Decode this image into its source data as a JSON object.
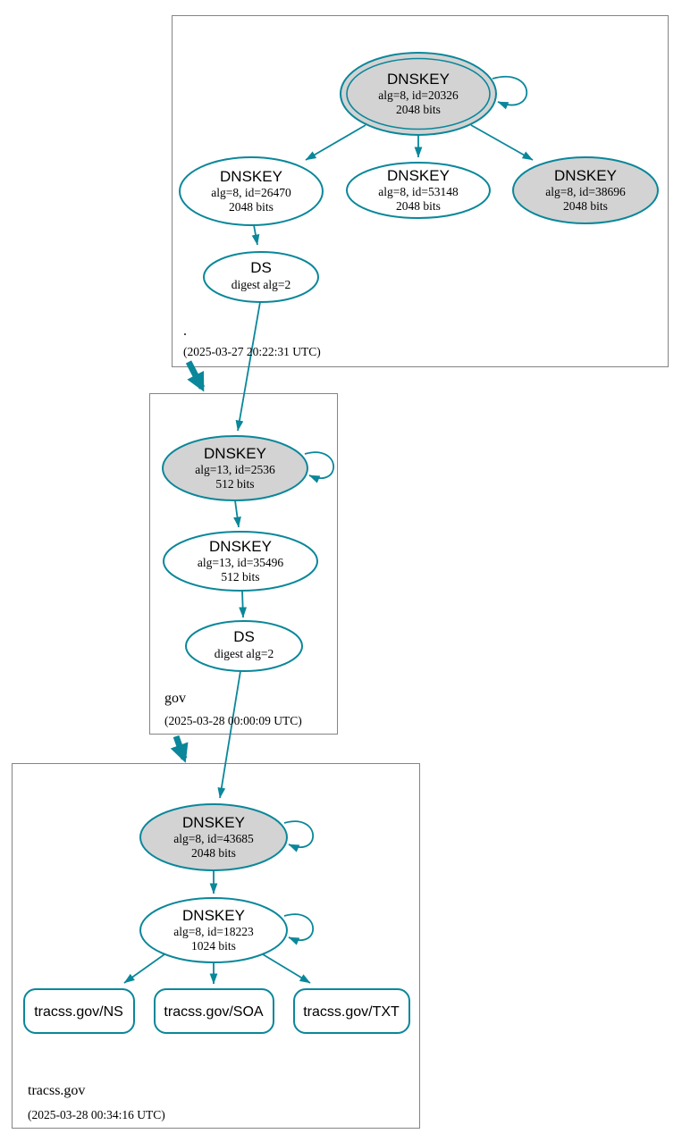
{
  "colors": {
    "edge": "#0a879a",
    "ksk_fill": "#d3d3d3",
    "node_fill": "#ffffff",
    "zone_border": "#848484",
    "text": "#000000"
  },
  "zones": [
    {
      "label": ".",
      "timestamp": "(2025-03-27 20:22:31 UTC)",
      "ksk": {
        "title": "DNSKEY",
        "detail": "alg=8, id=20326",
        "size": "2048 bits"
      },
      "keys": [
        {
          "title": "DNSKEY",
          "detail": "alg=8, id=26470",
          "size": "2048 bits"
        },
        {
          "title": "DNSKEY",
          "detail": "alg=8, id=53148",
          "size": "2048 bits"
        },
        {
          "title": "DNSKEY",
          "detail": "alg=8, id=38696",
          "size": "2048 bits"
        }
      ],
      "ds": {
        "title": "DS",
        "detail": "digest alg=2"
      }
    },
    {
      "label": "gov",
      "timestamp": "(2025-03-28 00:00:09 UTC)",
      "ksk": {
        "title": "DNSKEY",
        "detail": "alg=13, id=2536",
        "size": "512 bits"
      },
      "keys": [
        {
          "title": "DNSKEY",
          "detail": "alg=13, id=35496",
          "size": "512 bits"
        }
      ],
      "ds": {
        "title": "DS",
        "detail": "digest alg=2"
      }
    },
    {
      "label": "tracss.gov",
      "timestamp": "(2025-03-28 00:34:16 UTC)",
      "ksk": {
        "title": "DNSKEY",
        "detail": "alg=8, id=43685",
        "size": "2048 bits"
      },
      "keys": [
        {
          "title": "DNSKEY",
          "detail": "alg=8, id=18223",
          "size": "1024 bits"
        }
      ],
      "rrsets": [
        "tracss.gov/NS",
        "tracss.gov/SOA",
        "tracss.gov/TXT"
      ]
    }
  ]
}
